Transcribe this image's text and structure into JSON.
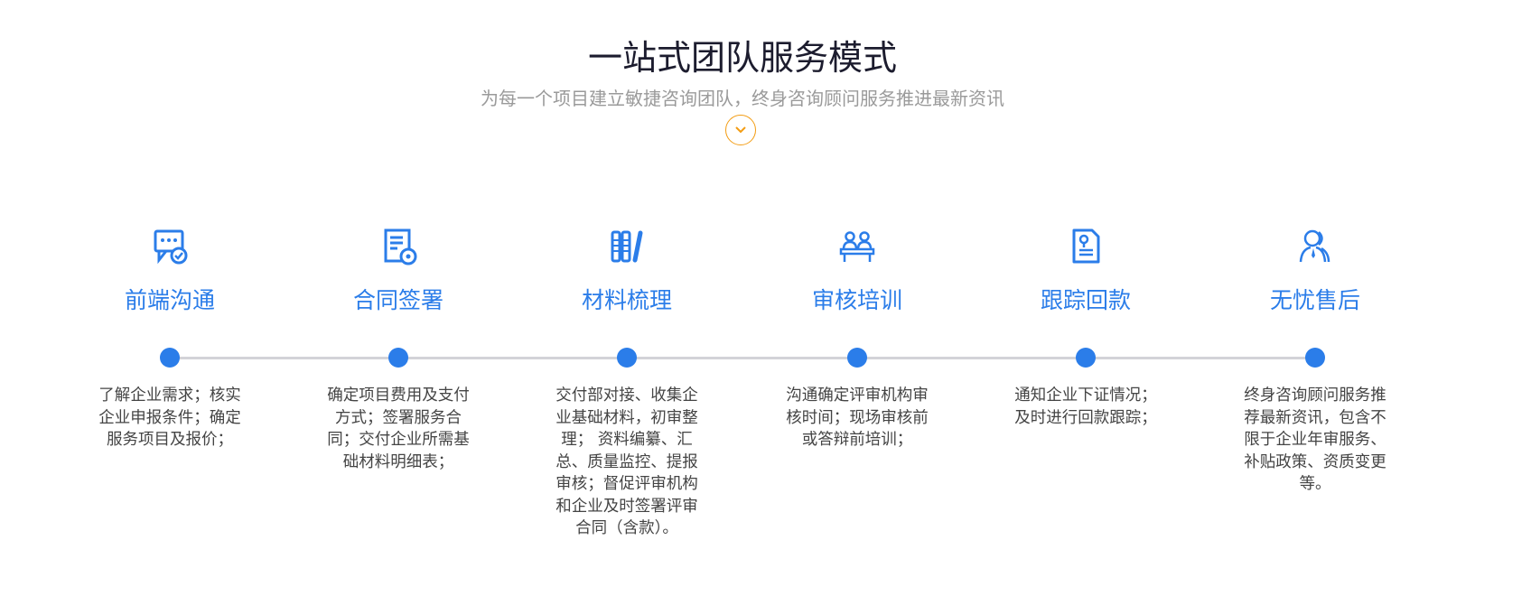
{
  "header": {
    "title": "一站式团队服务模式",
    "subtitle": "为每一个项目建立敏捷咨询团队，终身咨询顾问服务推进最新资讯"
  },
  "colors": {
    "accent": "#2b7de9",
    "chevron": "#f39c12",
    "line": "#d3d3d8"
  },
  "steps": [
    {
      "icon": "chat-check-icon",
      "title": "前端沟通",
      "lines": [
        "了解企业需求；核实",
        "企业申报条件；确定",
        "服务项目及报价；"
      ]
    },
    {
      "icon": "contract-icon",
      "title": "合同签署",
      "lines": [
        "确定项目费用及支付",
        "方式；签署服务合",
        "同；交付企业所需基",
        "础材料明细表；"
      ]
    },
    {
      "icon": "books-icon",
      "title": "材料梳理",
      "lines": [
        "交付部对接、收集企",
        "业基础材料，初审整",
        "理； 资料编纂、汇",
        "总、质量监控、提报",
        "审核；督促评审机构",
        "和企业及时签署评审",
        "合同（含款）。"
      ]
    },
    {
      "icon": "training-icon",
      "title": "审核培训",
      "lines": [
        "沟通确定评审机构审",
        "核时间；现场审核前",
        "或答辩前培训；"
      ]
    },
    {
      "icon": "document-location-icon",
      "title": "跟踪回款",
      "lines": [
        "通知企业下证情况；",
        "及时进行回款跟踪；"
      ]
    },
    {
      "icon": "consultant-icon",
      "title": "无忧售后",
      "lines": [
        "终身咨询顾问服务推",
        "荐最新资讯，包含不",
        "限于企业年审服务、",
        "补贴政策、资质变更",
        "等。"
      ]
    }
  ]
}
